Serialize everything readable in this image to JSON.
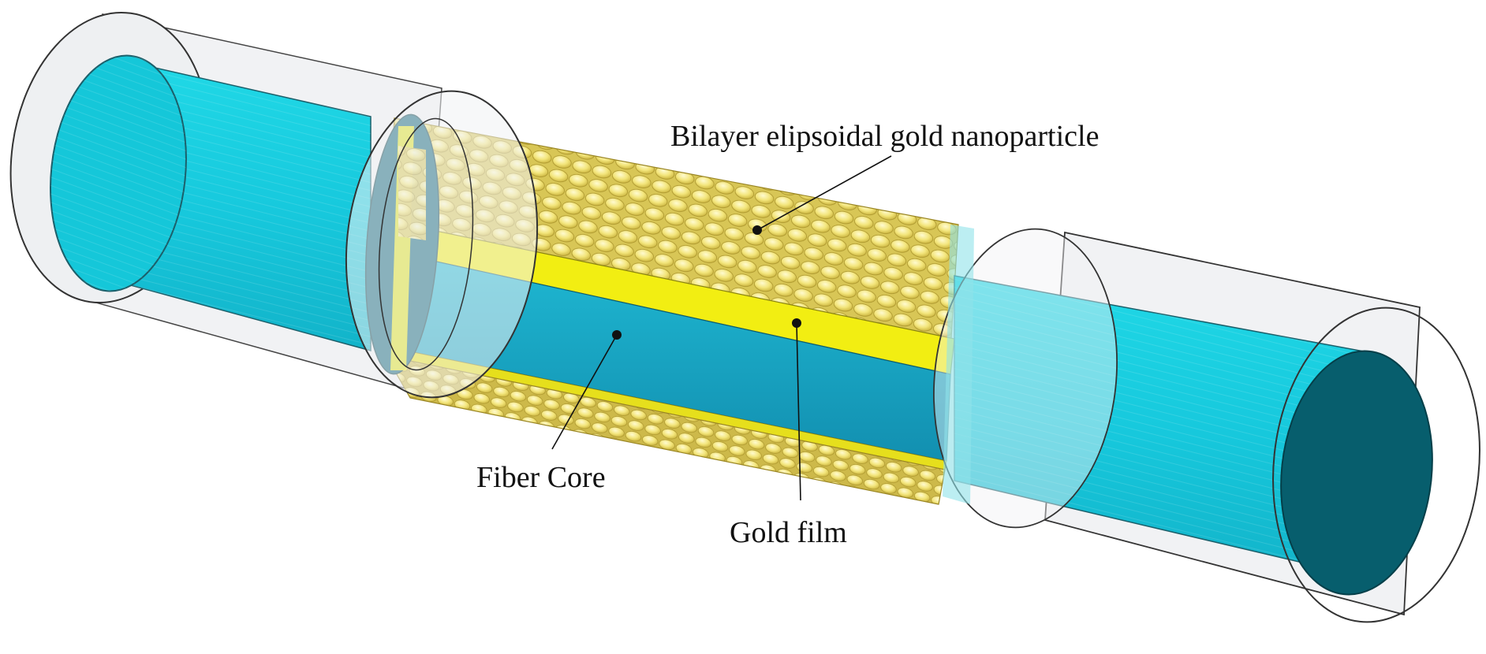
{
  "diagram": {
    "labels": {
      "nanoparticle": "Bilayer elipsoidal gold nanoparticle",
      "fiber_core": "Fiber Core",
      "gold_film": "Gold film"
    },
    "colors": {
      "core": "#16cfe0",
      "core_end": "#075e6d",
      "exposed_core": "#16a9c8",
      "gold_film": "#f2ee12",
      "nanoparticle": "#efe378",
      "cladding": "#eceef0",
      "outline": "#2b2b2b"
    }
  }
}
